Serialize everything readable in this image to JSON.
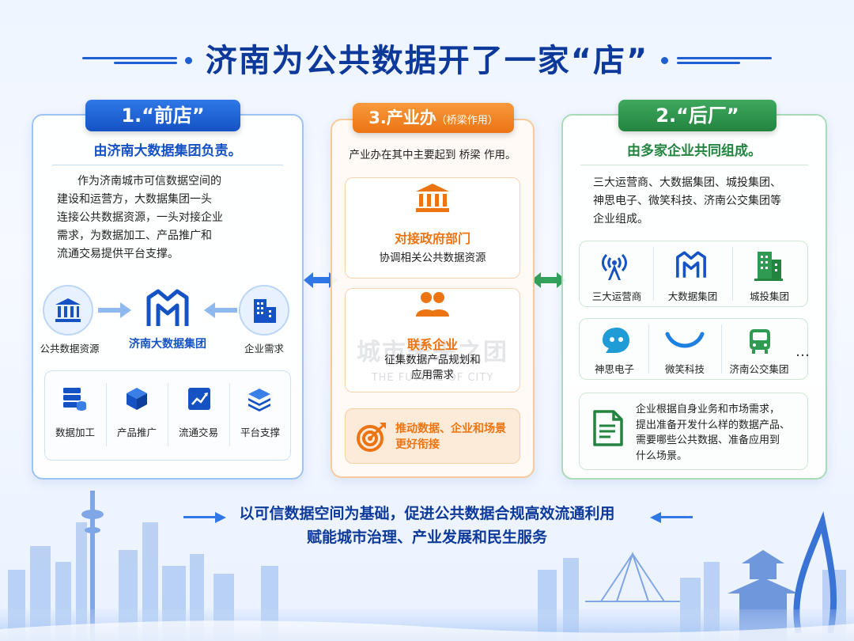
{
  "title": "济南为公共数据开了一家“店”",
  "front": {
    "badge": "1.“前店”",
    "subhead": "由济南大数据集团负责。",
    "para": [
      "作为济南城市可信数据空间的",
      "建设和运营方，大数据集团一头",
      "连接公共数据资源，一头对接企业",
      "需求，为数据加工、产品推广和",
      "流通交易提供平台支撑。"
    ],
    "left_label": "公共数据资源",
    "center_label": "济南大数据集团",
    "right_label": "企业需求",
    "services": [
      "数据加工",
      "产品推广",
      "流通交易",
      "平台支撑"
    ]
  },
  "middle": {
    "badge_main": "3.产业办",
    "badge_sub": "（桥梁作用）",
    "intro": "产业办在其中主要起到 桥梁 作用。",
    "card1_title": "对接政府部门",
    "card1_text": "协调相关公共数据资源",
    "card2_title": "联系企业",
    "card2_text": [
      "征集数据产品规划和",
      "应用需求"
    ],
    "card3_text": [
      "推动数据、企业和场景",
      "更好衔接"
    ],
    "watermark_cn": "城市未来之团",
    "watermark_en": "THE FUTURE OF CITY"
  },
  "back": {
    "badge": "2.“后厂”",
    "subhead": "由多家企业共同组成。",
    "para": [
      "三大运营商、大数据集团、城投集团、",
      "神思电子、微笑科技、济南公交集团等",
      "企业组成。"
    ],
    "row1": [
      "三大运营商",
      "大数据集团",
      "城投集团"
    ],
    "row2": [
      "神思电子",
      "微笑科技",
      "济南公交集团"
    ],
    "more": "…",
    "note": [
      "企业根据自身业务和市场需求，",
      "提出准备开发什么样的数据产品、",
      "需要哪些公共数据、准备应用到",
      "什么场景。"
    ]
  },
  "bottom": {
    "line1": "以可信数据空间为基础，促进公共数据合规高效流通利用",
    "line2": "赋能城市治理、产业发展和民生服务"
  },
  "colors": {
    "blue": "#1552c4",
    "orange": "#ec7413",
    "green": "#23843f",
    "navy": "#0d3a9a"
  }
}
